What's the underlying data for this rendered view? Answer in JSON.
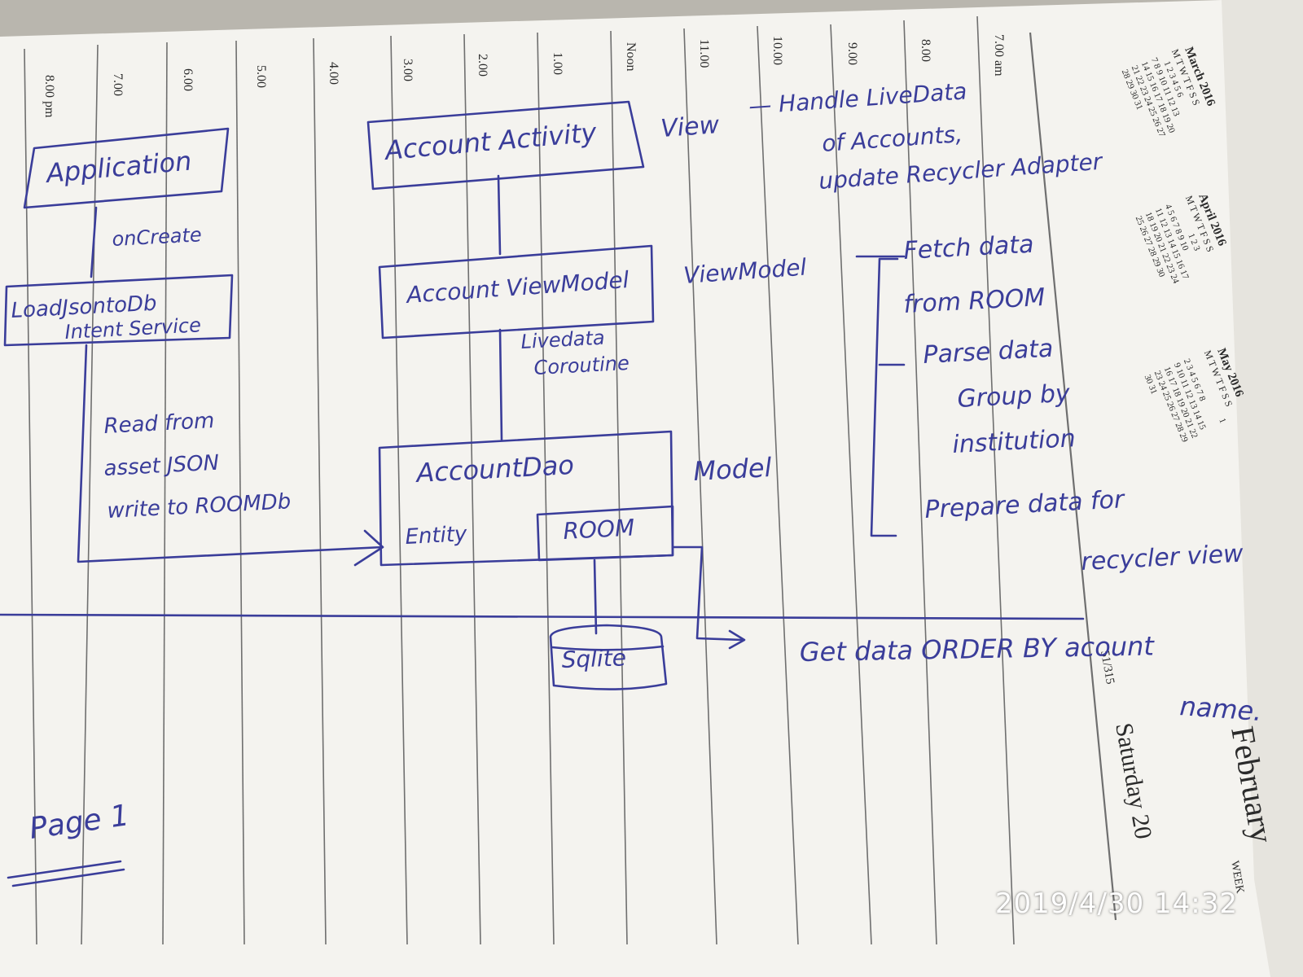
{
  "planner": {
    "times": [
      "7.00 am",
      "8.00",
      "9.00",
      "10.00",
      "11.00",
      "Noon",
      "1.00",
      "2.00",
      "3.00",
      "4.00",
      "5.00",
      "6.00",
      "7.00",
      "8.00 pm"
    ],
    "month": "February",
    "week_label": "WEEK",
    "day": "Saturday 20",
    "day_of_year": "51/315",
    "calendars": [
      {
        "title": "March 2016",
        "weekdays": "M T W T F S S",
        "rows": [
          "1 2 3 4 5 6",
          "7 8 9 10 11 12 13",
          "14 15 16 17 18 19 20",
          "21 22 23 24 25 26 27",
          "28 29 30 31"
        ]
      },
      {
        "title": "April 2016",
        "weekdays": "M T W T F S S",
        "rows": [
          "1 2 3",
          "4 5 6 7 8 9 10",
          "11 12 13 14 15 16 17",
          "18 19 20 21 22 23 24",
          "25 26 27 28 29 30"
        ]
      },
      {
        "title": "May 2016",
        "weekdays": "M T W T F S S",
        "rows": [
          "1",
          "2 3 4 5 6 7 8",
          "9 10 11 12 13 14 15",
          "16 17 18 19 20 21 22",
          "23 24 25 26 27 28 29",
          "30 31"
        ]
      }
    ]
  },
  "diagram": {
    "nodes": {
      "application": "Application",
      "load_service_line1": "LoadJsontoDb",
      "load_service_line2": "Intent Service",
      "account_activity": "Account Activity",
      "account_viewmodel": "Account ViewModel",
      "account_dao": "AccountDao",
      "entity": "Entity",
      "room": "ROOM",
      "sqlite": "Sqlite"
    },
    "edge_labels": {
      "oncreate": "onCreate",
      "livedata_line1": "Livedata",
      "livedata_line2": "Coroutine",
      "read_line1": "Read from",
      "read_line2": "asset JSON",
      "read_line3": "write to ROOMDb"
    },
    "layers": {
      "view": "View",
      "viewmodel": "ViewModel",
      "model": "Model"
    },
    "notes": {
      "view_line1": "— Handle LiveData",
      "view_line2": "of Accounts,",
      "view_line3": "update Recycler Adapter",
      "vm_line1": "Fetch data",
      "vm_line2": "from ROOM",
      "vm_line3": "Parse data",
      "vm_line4": "Group by",
      "vm_line5": "institution",
      "vm_line6": "Prepare data for",
      "vm_line7": "recycler view",
      "query_line1": "Get data ORDER BY acount",
      "query_line2": "name."
    },
    "page_label": "Page 1"
  },
  "timestamp": "2019/4/30  14:32",
  "colors": {
    "ink": "#3a3d9a",
    "paper": "#f4f3ef",
    "rule": "#6f6f6f"
  }
}
